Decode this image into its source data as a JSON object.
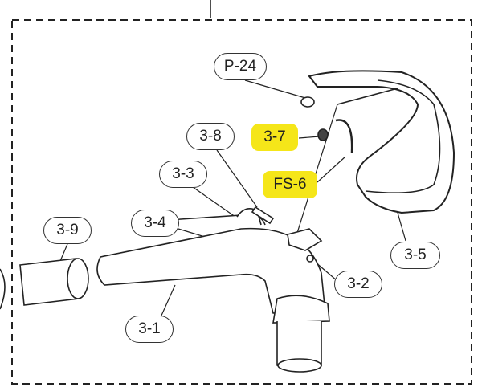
{
  "diagram": {
    "highlight_color": "#f5e619",
    "callouts": [
      {
        "id": "p24",
        "label": "P-24",
        "highlighted": false
      },
      {
        "id": "3-8",
        "label": "3-8",
        "highlighted": false
      },
      {
        "id": "3-7",
        "label": "3-7",
        "highlighted": true
      },
      {
        "id": "fs6",
        "label": "FS-6",
        "highlighted": true
      },
      {
        "id": "3-3",
        "label": "3-3",
        "highlighted": false
      },
      {
        "id": "3-4",
        "label": "3-4",
        "highlighted": false
      },
      {
        "id": "3-9",
        "label": "3-9",
        "highlighted": false
      },
      {
        "id": "3-5",
        "label": "3-5",
        "highlighted": false
      },
      {
        "id": "3-2",
        "label": "3-2",
        "highlighted": false
      },
      {
        "id": "3-1",
        "label": "3-1",
        "highlighted": false
      }
    ]
  }
}
